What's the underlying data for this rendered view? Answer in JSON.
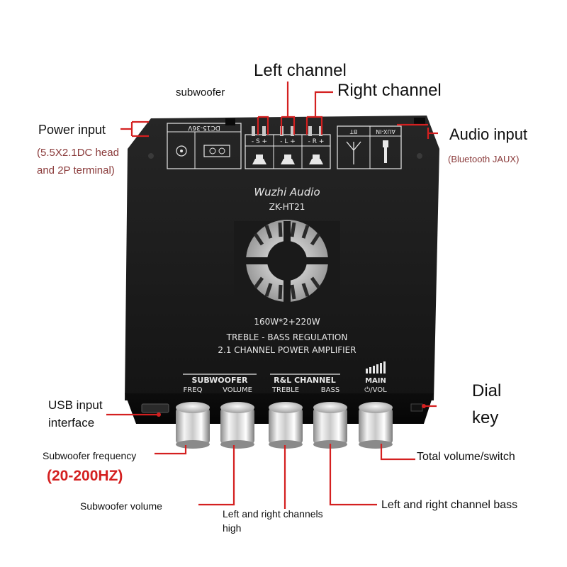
{
  "annotations": {
    "left_channel": "Left channel",
    "right_channel": "Right channel",
    "subwoofer": "subwoofer",
    "power_input": "Power input",
    "power_input_detail_1": "(5.5X2.1DC head",
    "power_input_detail_2": "and 2P terminal)",
    "audio_input": "Audio input",
    "audio_input_detail": "(Bluetooth JAUX)",
    "dial_key_1": "Dial",
    "dial_key_2": "key",
    "usb_input_1": "USB input",
    "usb_input_2": "interface",
    "sub_freq": "Subwoofer frequency",
    "sub_freq_range": "(20-200HZ)",
    "total_volume": "Total volume/switch",
    "sub_volume": "Subwoofer volume",
    "lr_bass": "Left and right channel bass",
    "lr_high_1": "Left and right channels",
    "lr_high_2": "high"
  },
  "board": {
    "power_spec": "DC15-36V",
    "brand": "Wuzhi Audio",
    "model": "ZK-HT21",
    "power_rating": "160W*2+220W",
    "line1": "TREBLE - BASS REGULATION",
    "line2": "2.1 CHANNEL POWER AMPLIFIER",
    "terminal_labels": [
      "- S +",
      "- L +",
      "- R +"
    ],
    "bt_label": "BT",
    "aux_label": "AUX-IN",
    "group_subwoofer": "SUBWOOFER",
    "group_rl": "R&L CHANNEL",
    "group_main": "MAIN",
    "knob_labels": [
      "FREQ",
      "VOLUME",
      "TREBLE",
      "BASS",
      "⏻/VOL"
    ]
  },
  "colors": {
    "accent": "#d42020",
    "board": "#1a1a1a",
    "silkscreen": "#e8e8e8"
  }
}
